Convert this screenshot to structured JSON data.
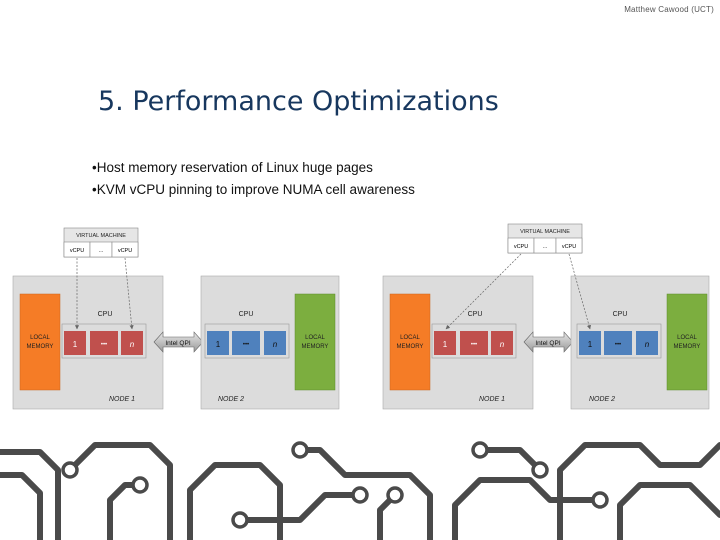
{
  "header": {
    "author": "Matthew Cawood (UCT)"
  },
  "slide": {
    "title": "5. Performance Optimizations",
    "bullets": [
      "•Host memory reservation of Linux huge pages",
      "•KVM vCPU pinning to improve NUMA cell awareness"
    ]
  },
  "diagram": {
    "vm_title": "VIRTUAL MACHINE",
    "vcpu_label": "vCPU",
    "ellipsis": "...",
    "cpu_label": "CPU",
    "local_memory_line1": "LOCAL",
    "local_memory_line2": "MEMORY",
    "interconnect": "Intel QPI",
    "core_first": "1",
    "core_dots": "•••",
    "core_last": "n",
    "node1": "NODE 1",
    "node2": "NODE 2"
  },
  "colors": {
    "title": "#17375e",
    "node_bg": "#dcdcdc",
    "memory_orange": "#f57c26",
    "memory_green": "#7cae3f",
    "core_red": "#c0504d",
    "core_blue": "#4f81bd",
    "circuit": "#4a4a4a"
  }
}
